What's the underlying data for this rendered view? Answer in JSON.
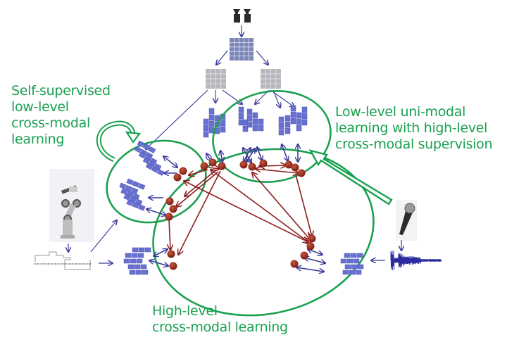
{
  "colors": {
    "green": "#1aa050",
    "blue": "#3a3a9c",
    "feature_blue": "#6870d0",
    "node_red": "#8b1e1e",
    "grid_blue": "#7a86b8",
    "grid_gray": "#b8b8bc"
  },
  "labels": {
    "self_supervised": "Self-supervised\nlow-level\ncross-modal\nlearning",
    "uni_modal": "Low-level uni-modal\nlearning with high-level\ncross-modal supervision",
    "high_level": "High-level\ncross-modal learning"
  },
  "inputs": {
    "vision": "stereo-camera-icon",
    "proprioception": "robot-arm-icon",
    "audio": "microphone-icon"
  },
  "regions": [
    {
      "name": "self-supervised-low-level-region"
    },
    {
      "name": "uni-modal-low-level-region"
    },
    {
      "name": "high-level-cross-modal-region"
    }
  ]
}
